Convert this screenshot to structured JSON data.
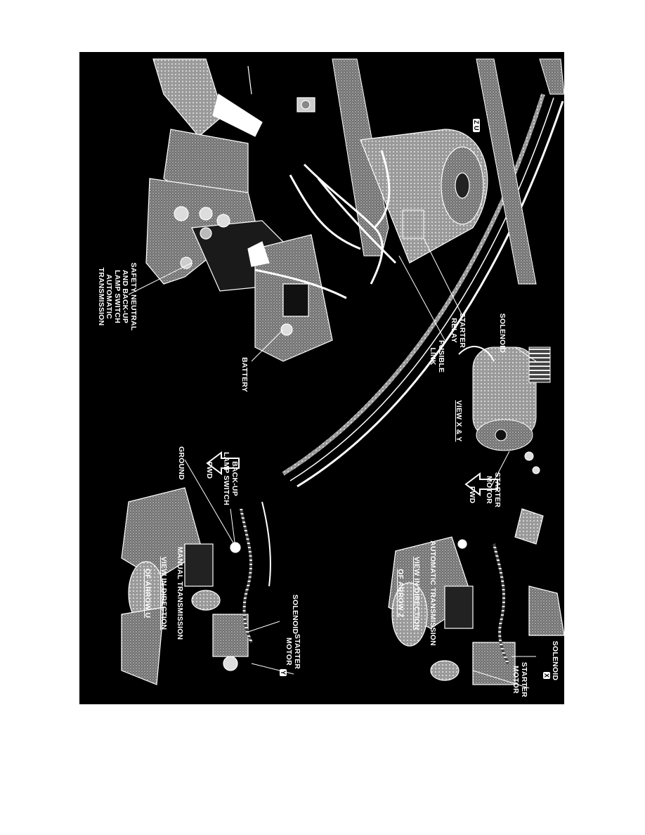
{
  "labels": {
    "safety_switch": "SAFETY NEUTRAL\nAND BACK-UP\nLAMP SWITCH\nAUTOMATIC\nTRANSMISSION",
    "battery": "BATTERY",
    "starter_relay": "STARTER\nRELAY",
    "fusible_link": "FUSIBLE\nLINK",
    "solenoid_top": "SOLENOID",
    "view_xy": "VIEW X & Y",
    "starter_motor_top": "STARTER\nMOTOR",
    "fwd_top": "FWD",
    "ground": "GROUND",
    "backup_lamp_switch": "BACK-UP\nLAMP SWITCH",
    "fwd_bottom": "FWD",
    "auto_caption_1": "AUTOMATIC TRANSMISSION",
    "auto_caption_2": "VIEW IN DIRECTION",
    "auto_caption_3": "OF ARROW Z",
    "manual_caption_1": "MANUAL TRANSMISSION",
    "manual_caption_2": "VIEW IN DIRECTION",
    "manual_caption_3": "OF ARROW U",
    "solenoid_auto": "SOLENOID",
    "starter_motor_auto": "STARTER\nMOTOR",
    "solenoid_manual": "SOLENOID",
    "starter_motor_manual": "STARTER\nMOTOR"
  },
  "badges": {
    "zu": "Z U",
    "x": "X",
    "y": "Y"
  },
  "colors": {
    "background": "#000000",
    "line": "#ffffff",
    "shade": "#8a8a8a"
  }
}
